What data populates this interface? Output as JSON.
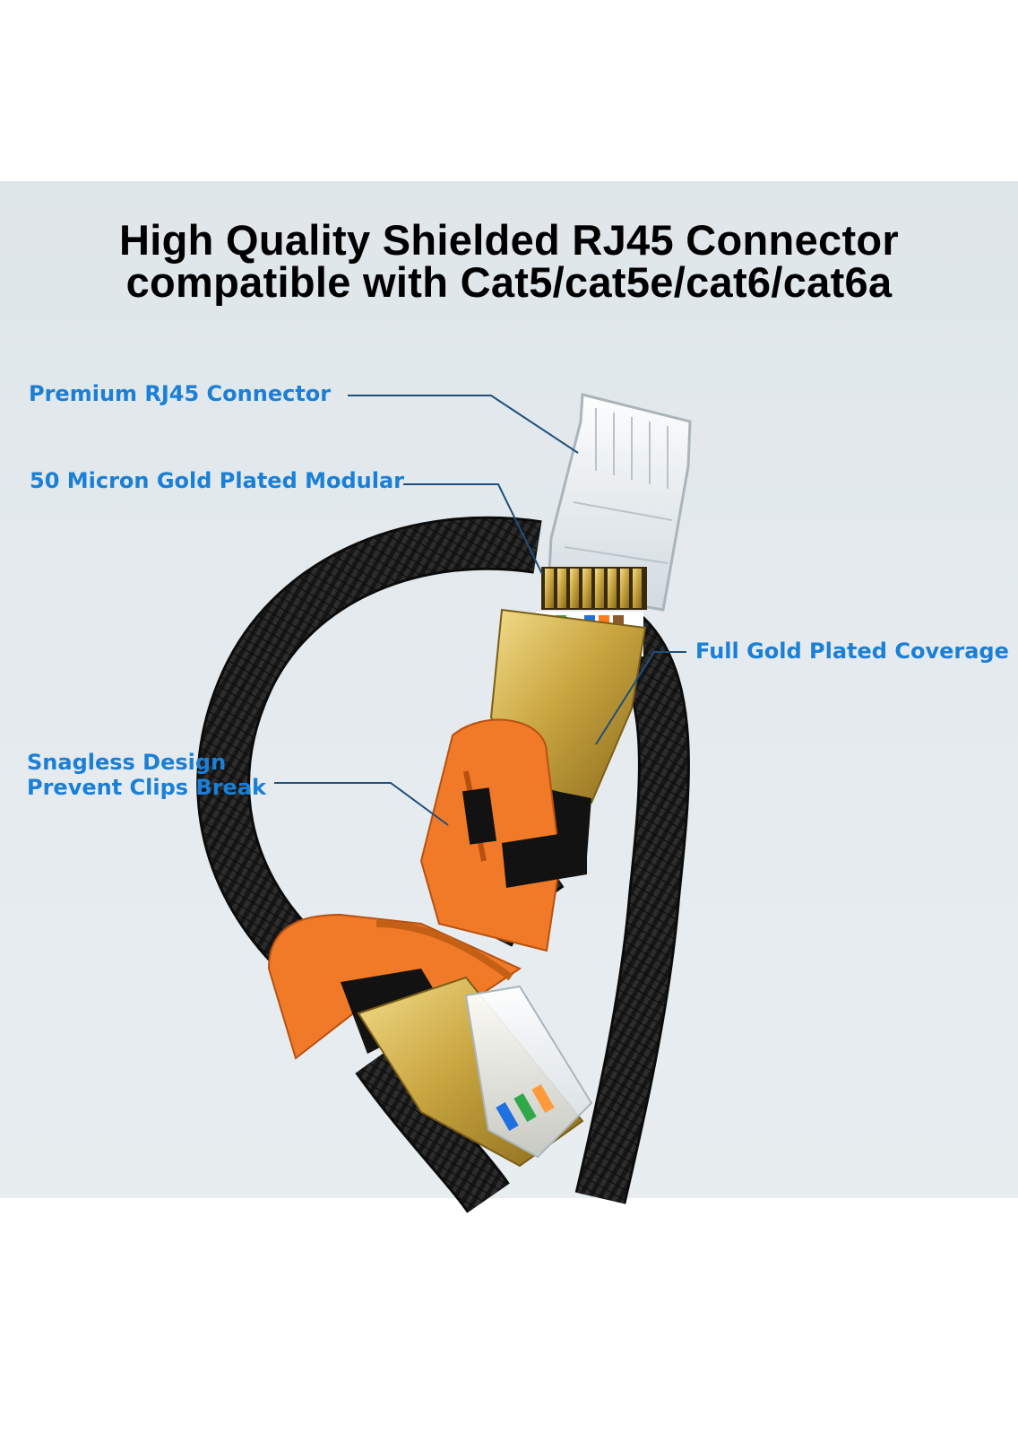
{
  "headline": {
    "line1": "High Quality Shielded RJ45 Connector",
    "line2": "compatible with Cat5/cat5e/cat6/cat6a"
  },
  "callouts": {
    "premium": "Premium RJ45 Connector",
    "gold_modular": "50 Micron Gold Plated Modular",
    "full_gold": "Full Gold Plated Coverage",
    "snagless_line1": "Snagless Design",
    "snagless_line2": "Prevent Clips Break"
  },
  "colors": {
    "callout_text": "#1b7fd6",
    "cable_jacket": "#1a1a1a",
    "boot": "#f07a28",
    "gold": "#c9a640",
    "background": "#e4eaee"
  }
}
